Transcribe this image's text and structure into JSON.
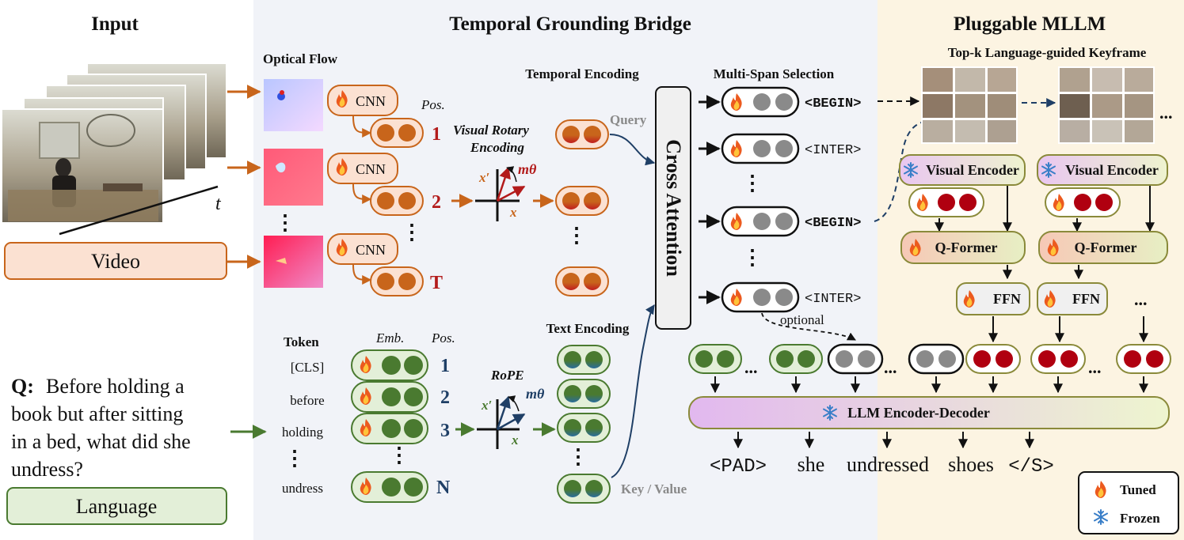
{
  "sections": {
    "input": "Input",
    "bridge": "Temporal Grounding Bridge",
    "mllm": "Pluggable MLLM"
  },
  "input": {
    "video_label": "Video",
    "language_label": "Language",
    "time_axis": "t",
    "question_prefix": "Q:",
    "question_lines": [
      "Before holding a",
      "book but after sitting",
      "in a bed, what did she",
      "undress?"
    ]
  },
  "bridge": {
    "optical_flow": "Optical Flow",
    "cnn": "CNN",
    "pos": "Pos.",
    "visual_positions": [
      "1",
      "2",
      "T"
    ],
    "visual_rotary": [
      "Visual Rotary",
      "Encoding"
    ],
    "temporal_encoding": "Temporal Encoding",
    "query": "Query",
    "token": "Token",
    "emb": "Emb.",
    "tokens": [
      "[CLS]",
      "before",
      "holding",
      "undress"
    ],
    "text_positions": [
      "1",
      "2",
      "3",
      "N"
    ],
    "rope": "RoPE",
    "text_encoding": "Text Encoding",
    "key_value": "Key / Value",
    "cross_attention": "Cross Attention",
    "axis_x": "x",
    "axis_x_prime": "x′",
    "m_theta": "mθ",
    "ellipsis": "⋮"
  },
  "selection": {
    "title": "Multi-Span Selection",
    "tokens": [
      "<BEGIN>",
      "<INTER>",
      "<BEGIN>",
      "<INTER>"
    ],
    "optional": "optional"
  },
  "mllm": {
    "keyframe_title": "Top-k  Language-guided Keyframe",
    "visual_encoder": "Visual Encoder",
    "q_former": "Q-Former",
    "ffn": "FFN",
    "llm": "LLM Encoder-Decoder",
    "outputs": [
      "<PAD>",
      "she",
      "undressed",
      "shoes",
      "</S>"
    ],
    "dots": "...",
    "legend": {
      "tuned": "Tuned",
      "frozen": "Frozen"
    }
  },
  "colors": {
    "orange": "#c8651b",
    "red": "#b31b1b",
    "green": "#4a7a30",
    "blue": "#1f3f66",
    "gray": "#8a8a8a",
    "dark_red": "#b00010",
    "bridge_bg": "#f1f3f8",
    "mllm_bg": "#fcf4e2"
  }
}
